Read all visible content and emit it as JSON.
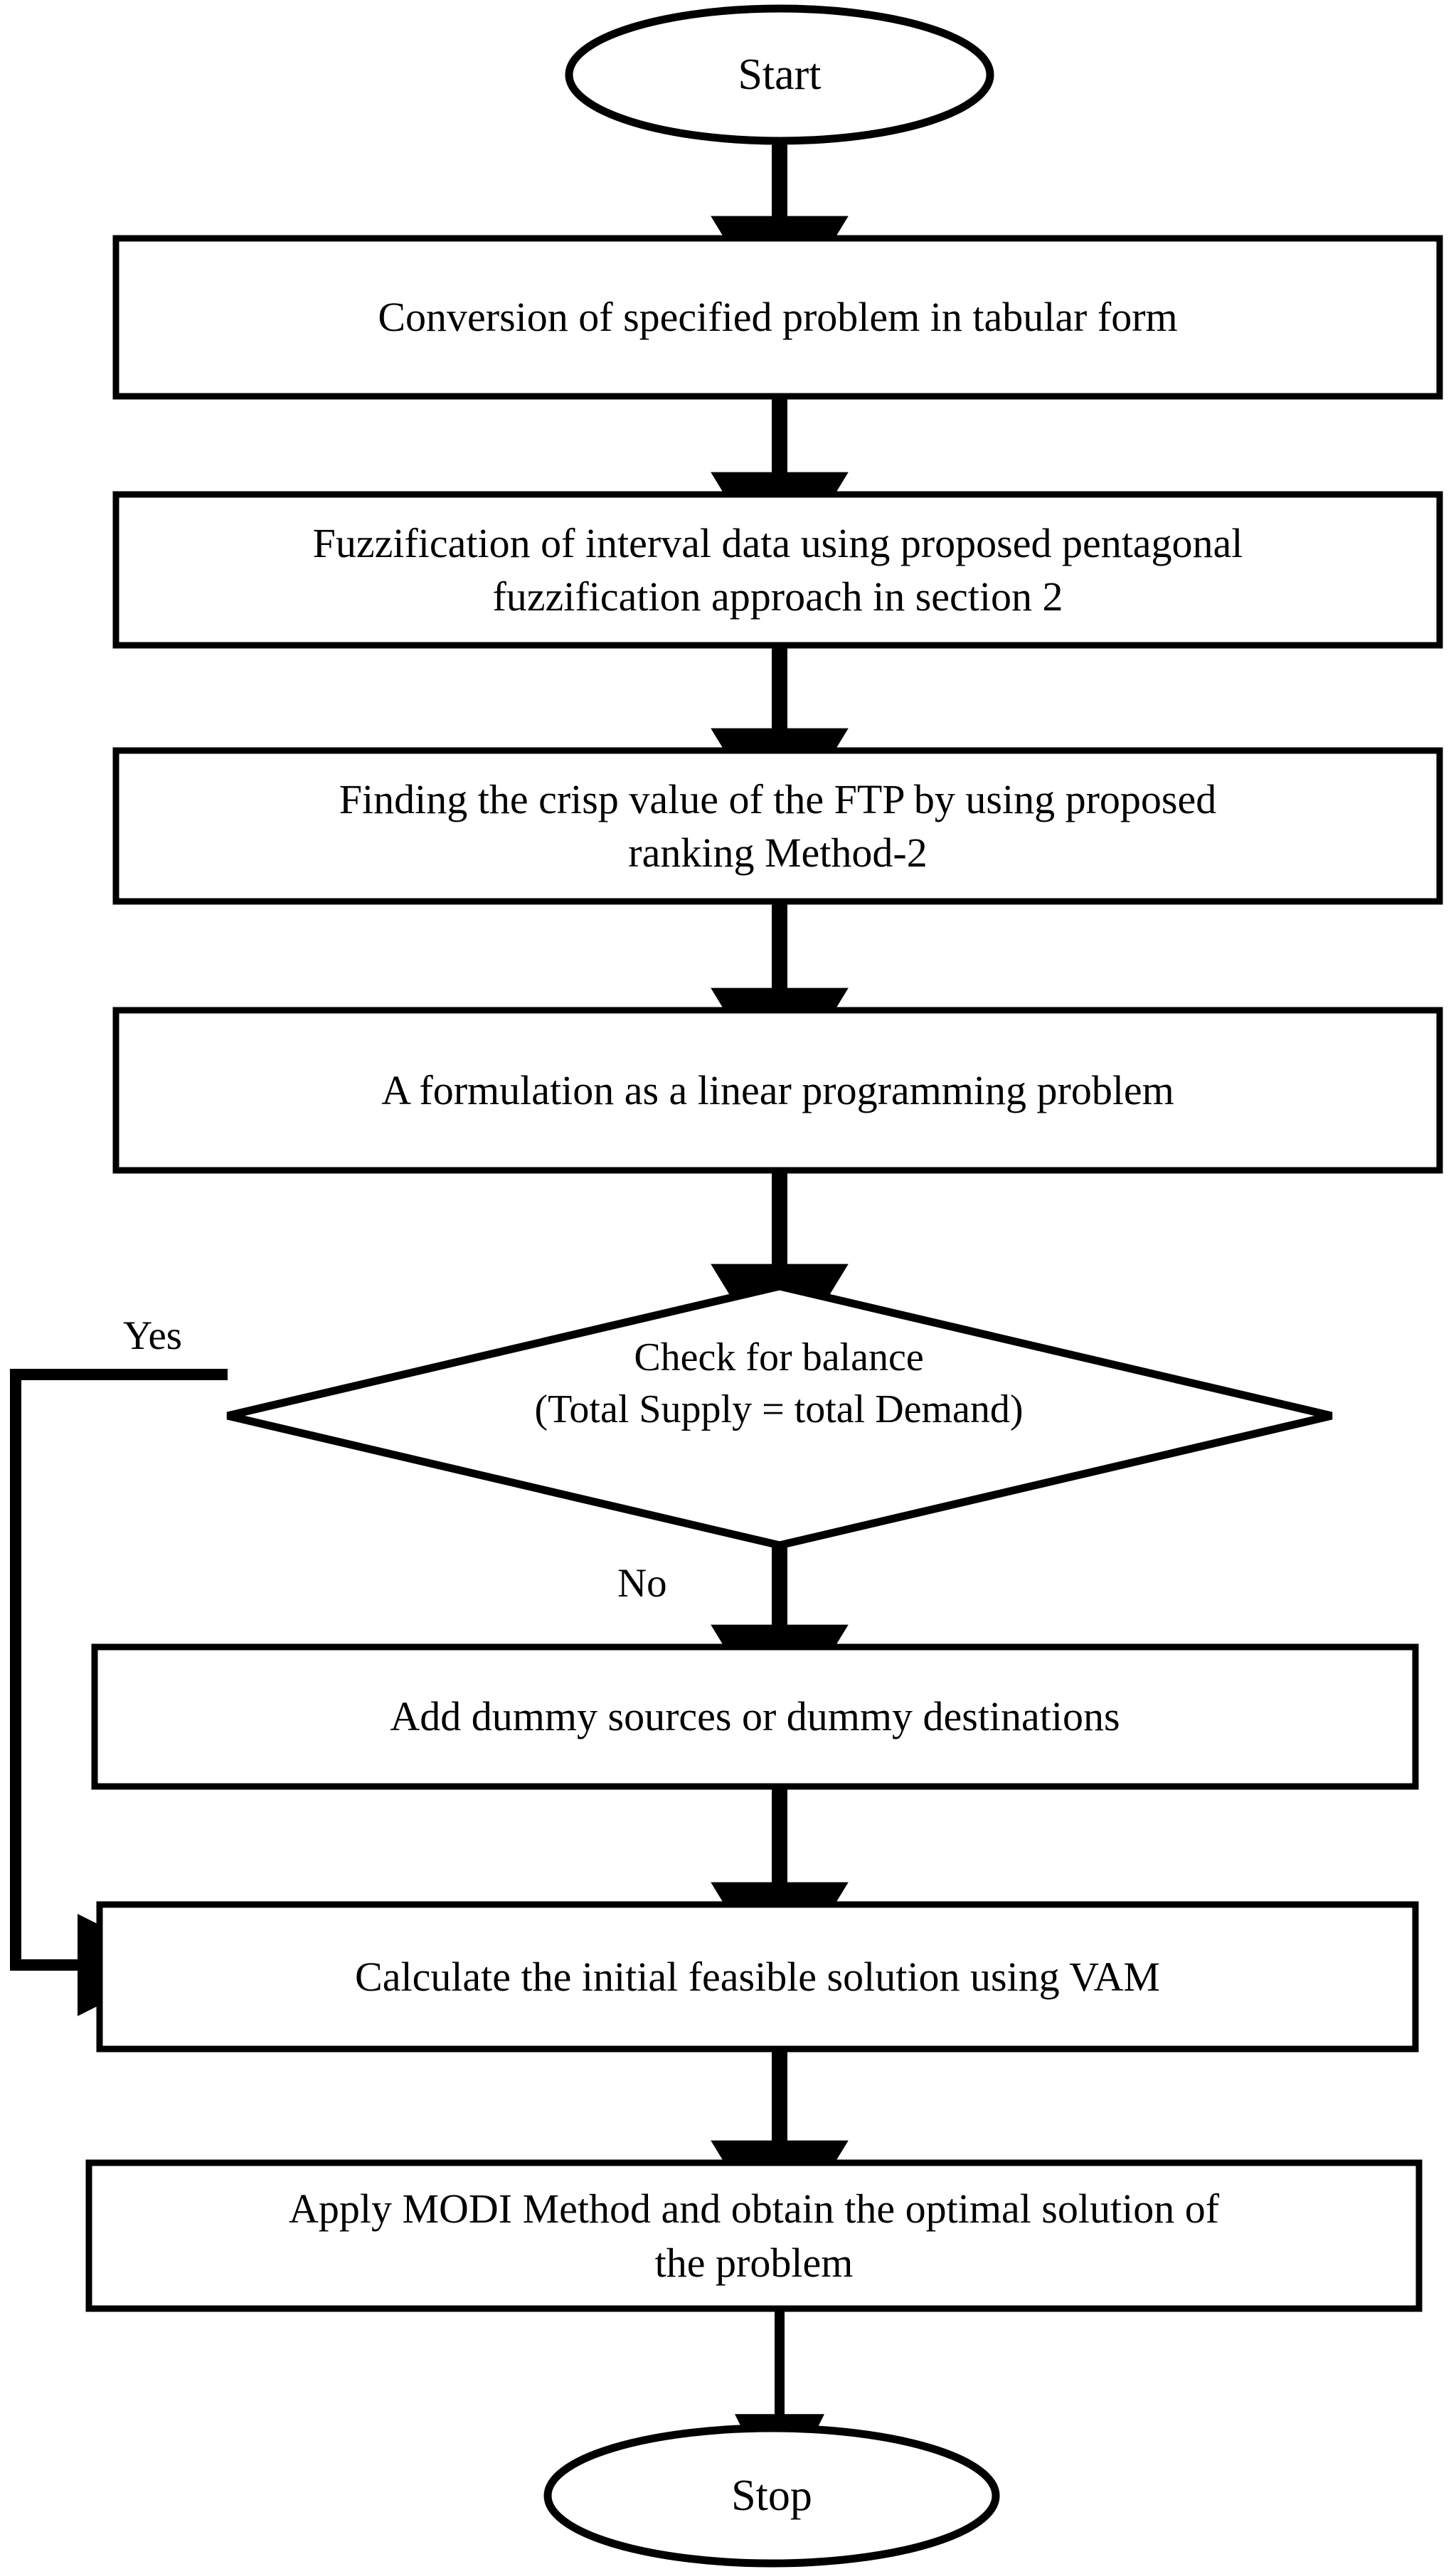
{
  "diagram": {
    "type": "flowchart",
    "orientation": "top-to-bottom",
    "background_color": "#ffffff",
    "stroke_color": "#000000",
    "fill_color": "#ffffff",
    "nodes": [
      {
        "id": "start",
        "shape": "ellipse",
        "role": "terminator",
        "label": "Start"
      },
      {
        "id": "conversion",
        "shape": "rectangle",
        "role": "process",
        "label": "Conversion of specified problem in tabular form"
      },
      {
        "id": "fuzzification",
        "shape": "rectangle",
        "role": "process",
        "label": "Fuzzification of interval data using proposed pentagonal\nfuzzification approach in section 2"
      },
      {
        "id": "crisp-value",
        "shape": "rectangle",
        "role": "process",
        "label": "Finding the crisp value of the FTP by using proposed\nranking Method-2"
      },
      {
        "id": "formulation",
        "shape": "rectangle",
        "role": "process",
        "label": "A formulation as a linear programming problem"
      },
      {
        "id": "check-balance",
        "shape": "diamond",
        "role": "decision",
        "label": "Check for balance\n(Total Supply = total Demand)"
      },
      {
        "id": "add-dummy",
        "shape": "rectangle",
        "role": "process",
        "label": "Add dummy sources or dummy destinations"
      },
      {
        "id": "calculate-vam",
        "shape": "rectangle",
        "role": "process",
        "label": "Calculate the initial feasible solution using VAM"
      },
      {
        "id": "modi-method",
        "shape": "rectangle",
        "role": "process",
        "label": "Apply MODI Method and obtain the optimal solution of\nthe problem"
      },
      {
        "id": "stop",
        "shape": "ellipse",
        "role": "terminator",
        "label": "Stop"
      }
    ],
    "edges": [
      {
        "id": "e-start-conversion",
        "from": "start",
        "to": "conversion",
        "label": ""
      },
      {
        "id": "e-conversion-fuzzification",
        "from": "conversion",
        "to": "fuzzification",
        "label": ""
      },
      {
        "id": "e-fuzzification-crisp",
        "from": "fuzzification",
        "to": "crisp-value",
        "label": ""
      },
      {
        "id": "e-crisp-formulation",
        "from": "crisp-value",
        "to": "formulation",
        "label": ""
      },
      {
        "id": "e-formulation-check",
        "from": "formulation",
        "to": "check-balance",
        "label": ""
      },
      {
        "id": "e-check-yes",
        "from": "check-balance",
        "to": "calculate-vam",
        "label": "Yes"
      },
      {
        "id": "e-check-no",
        "from": "check-balance",
        "to": "add-dummy",
        "label": "No"
      },
      {
        "id": "e-dummy-calculate",
        "from": "add-dummy",
        "to": "calculate-vam",
        "label": ""
      },
      {
        "id": "e-calculate-modi",
        "from": "calculate-vam",
        "to": "modi-method",
        "label": ""
      },
      {
        "id": "e-modi-stop",
        "from": "modi-method",
        "to": "stop",
        "label": ""
      }
    ]
  }
}
